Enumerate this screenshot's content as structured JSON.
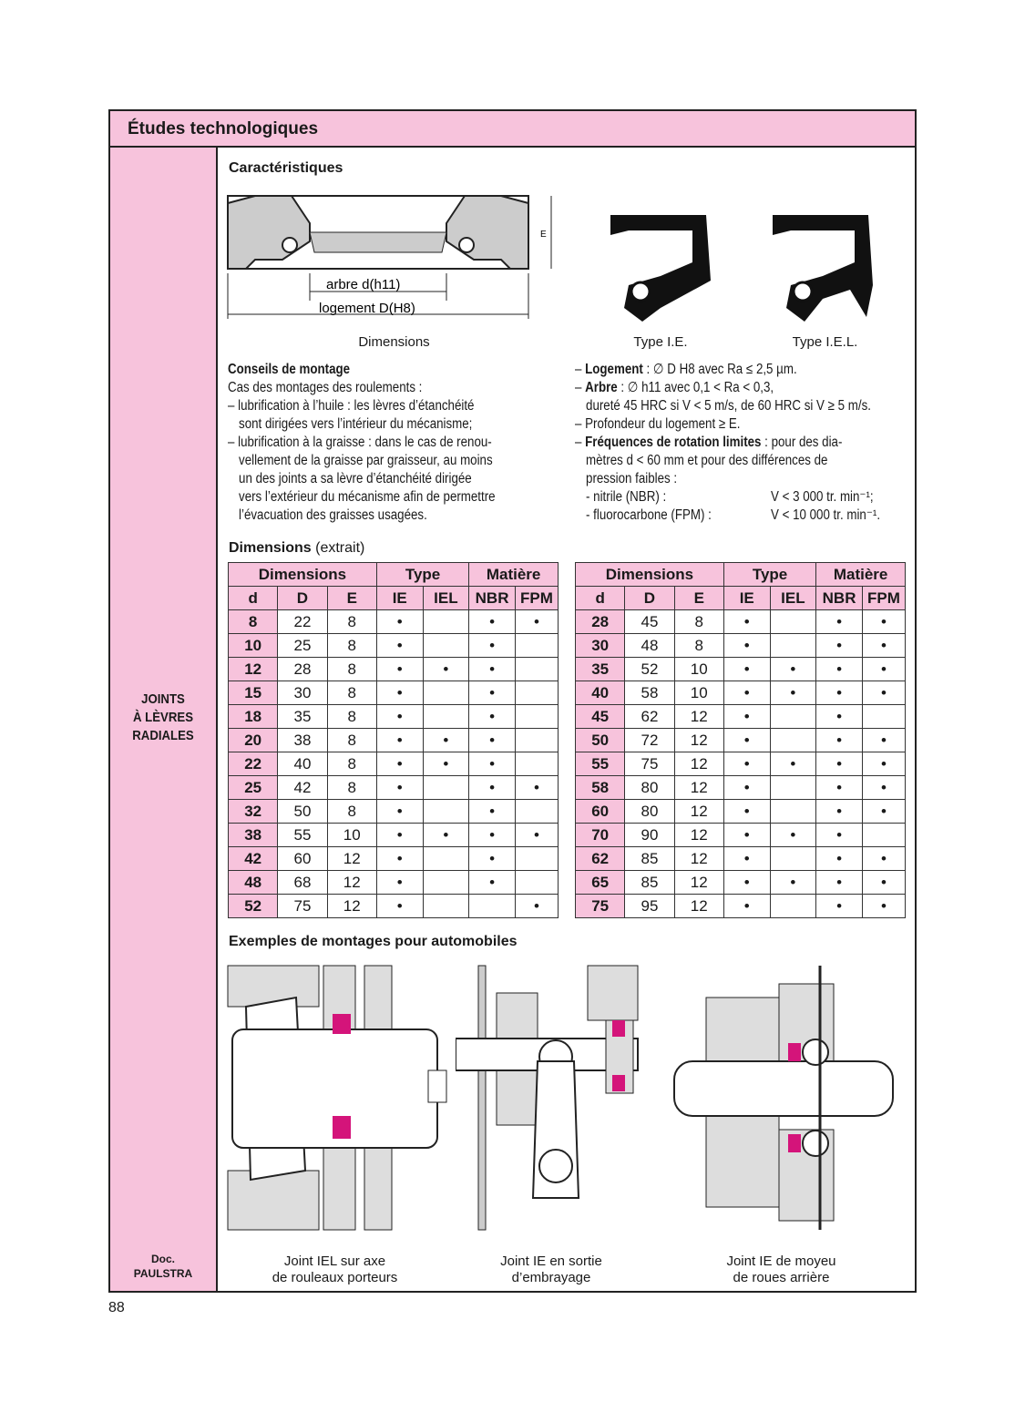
{
  "header": {
    "title": "Études technologiques"
  },
  "sidebar": {
    "section_title": [
      "JOINTS",
      "À LÈVRES",
      "RADIALES"
    ],
    "doc_label": "Doc.",
    "doc_source": "PAULSTRA"
  },
  "characteristics": {
    "title": "Caractéristiques",
    "dim_labels": {
      "shaft": "arbre  d(h11)",
      "housing": "logement  D(H8)",
      "e": "E"
    },
    "captions": [
      "Dimensions",
      "Type I.E.",
      "Type I.E.L."
    ]
  },
  "mounting": {
    "title": "Conseils de montage",
    "lines": [
      "Cas des montages des roulements :",
      "– lubrification à l’huile : les lèvres d’étanchéité",
      "sont dirigées vers l’intérieur du mécanisme;",
      "– lubrification à la graisse : dans le cas de renou-",
      "vellement de la graisse par graisseur, au moins",
      "un des joints a sa lèvre d’étanchéité dirigée",
      "vers l’extérieur du mécanisme afin de permettre",
      "l’évacuation des graisses usagées."
    ]
  },
  "specs": {
    "logement_label": "Logement",
    "logement_text": " : ∅ D H8 avec Ra ≤ 2,5 µm.",
    "arbre_label": "Arbre",
    "arbre_text": " : ∅ h11 avec 0,1 < Ra < 0,3,",
    "arbre_line2": "dureté 45 HRC si V < 5 m/s, de 60 HRC si V ≥ 5 m/s.",
    "profondeur": "– Profondeur du logement ≥ E.",
    "freq_label": "Fréquences de rotation limites",
    "freq_text": " : pour des dia-",
    "freq_line2": "mètres d < 60 mm et pour des différences de",
    "freq_line3": "pression faibles :",
    "nbr_label": "- nitrile (NBR) :",
    "nbr_value": "V < 3 000 tr. min⁻¹;",
    "fpm_label": "- fluorocarbone (FPM) :",
    "fpm_value": "V < 10 000 tr. min⁻¹."
  },
  "dimensions": {
    "title": "Dimensions",
    "subtitle": " (extrait)",
    "group_headers": [
      "Dimensions",
      "Type",
      "Matière"
    ],
    "col_headers": [
      "d",
      "D",
      "E",
      "IE",
      "IEL",
      "NBR",
      "FPM"
    ],
    "bullet": "•",
    "left_rows": [
      [
        "8",
        "22",
        "8",
        1,
        0,
        1,
        1
      ],
      [
        "10",
        "25",
        "8",
        1,
        0,
        1,
        0
      ],
      [
        "12",
        "28",
        "8",
        1,
        1,
        1,
        0
      ],
      [
        "15",
        "30",
        "8",
        1,
        0,
        1,
        0
      ],
      [
        "18",
        "35",
        "8",
        1,
        0,
        1,
        0
      ],
      [
        "20",
        "38",
        "8",
        1,
        1,
        1,
        0
      ],
      [
        "22",
        "40",
        "8",
        1,
        1,
        1,
        0
      ],
      [
        "25",
        "42",
        "8",
        1,
        0,
        1,
        1
      ],
      [
        "32",
        "50",
        "8",
        1,
        0,
        1,
        0
      ],
      [
        "38",
        "55",
        "10",
        1,
        1,
        1,
        1
      ],
      [
        "42",
        "60",
        "12",
        1,
        0,
        1,
        0
      ],
      [
        "48",
        "68",
        "12",
        1,
        0,
        1,
        0
      ],
      [
        "52",
        "75",
        "12",
        1,
        0,
        0,
        1
      ]
    ],
    "right_rows": [
      [
        "28",
        "45",
        "8",
        1,
        0,
        1,
        1
      ],
      [
        "30",
        "48",
        "8",
        1,
        0,
        1,
        1
      ],
      [
        "35",
        "52",
        "10",
        1,
        1,
        1,
        1
      ],
      [
        "40",
        "58",
        "10",
        1,
        1,
        1,
        1
      ],
      [
        "45",
        "62",
        "12",
        1,
        0,
        1,
        0
      ],
      [
        "50",
        "72",
        "12",
        1,
        0,
        1,
        1
      ],
      [
        "55",
        "75",
        "12",
        1,
        1,
        1,
        1
      ],
      [
        "58",
        "80",
        "12",
        1,
        0,
        1,
        1
      ],
      [
        "60",
        "80",
        "12",
        1,
        0,
        1,
        1
      ],
      [
        "70",
        "90",
        "12",
        1,
        1,
        1,
        0
      ],
      [
        "62",
        "85",
        "12",
        1,
        0,
        1,
        1
      ],
      [
        "65",
        "85",
        "12",
        1,
        1,
        1,
        1
      ],
      [
        "75",
        "95",
        "12",
        1,
        0,
        1,
        1
      ]
    ]
  },
  "examples": {
    "title": "Exemples de montages pour automobiles",
    "captions": [
      [
        "Joint IEL sur axe",
        "de rouleaux porteurs"
      ],
      [
        "Joint IE en sortie",
        "d’embrayage"
      ],
      [
        "Joint IE de moyeu",
        "de roues arrière"
      ]
    ]
  },
  "page_number": "88",
  "colors": {
    "pink": "#f7c3dc",
    "seal": "#d4147a"
  }
}
